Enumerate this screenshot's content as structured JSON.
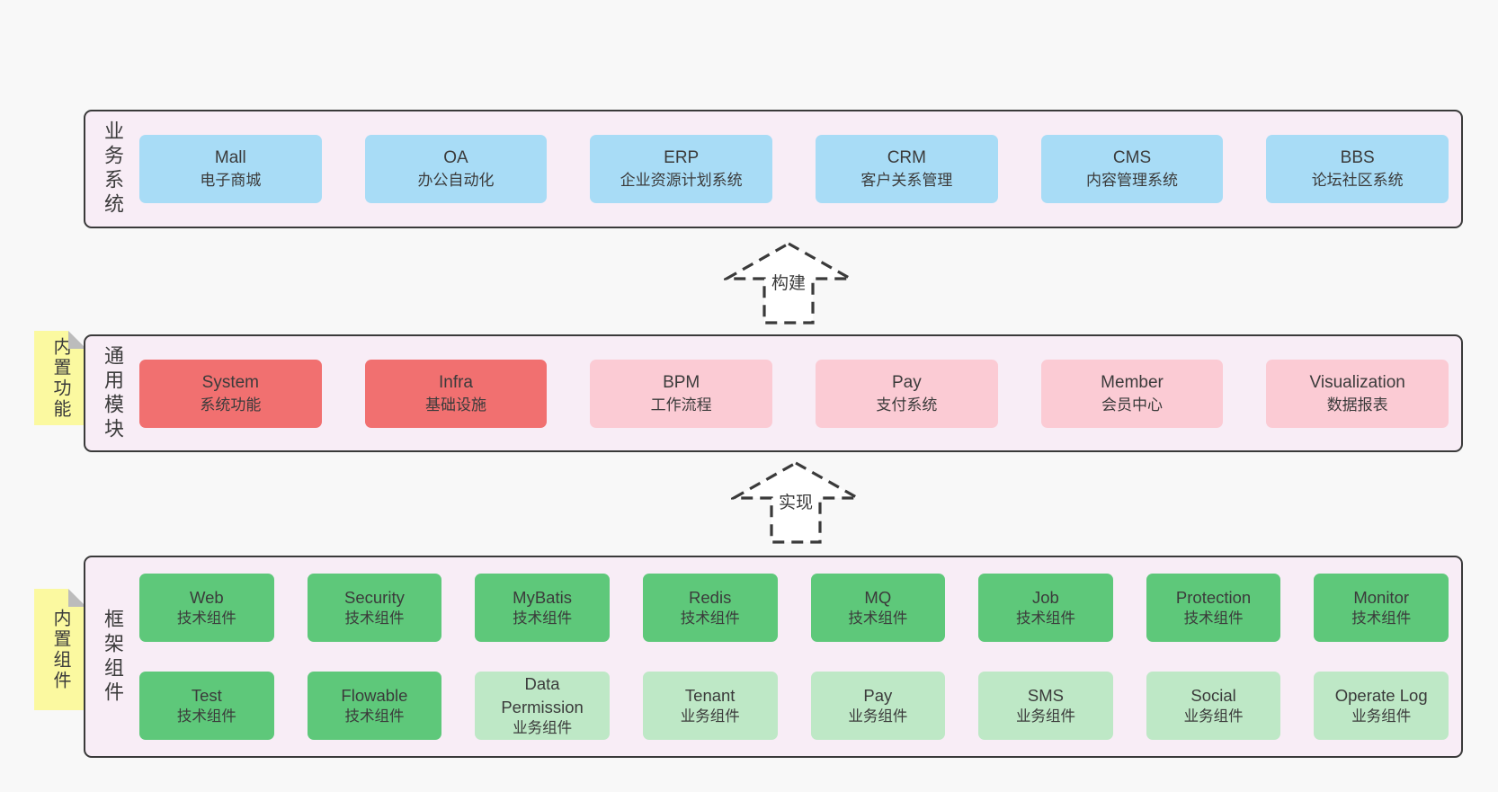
{
  "colors": {
    "page_background": "#f8f8f8",
    "band_background": "#f8edf6",
    "band_border": "#3a3a3a",
    "business_box": "#a8dcf6",
    "core_module_box": "#f17070",
    "optional_module_box": "#fbcbd4",
    "tech_component_box": "#5ec87a",
    "biz_component_box": "#bee8c6",
    "sticky_note": "#fbf9a0",
    "sticky_fold": "#bcbcbc",
    "arrow_outline": "#3a3a3a",
    "text": "#3b3b3b"
  },
  "stickies": [
    {
      "text": "内置功能"
    },
    {
      "text": "内置组件"
    }
  ],
  "arrows": [
    {
      "label": "构建"
    },
    {
      "label": "实现"
    }
  ],
  "bands": [
    {
      "label": "业务系统",
      "boxes": [
        {
          "name": "Mall",
          "desc": "电子商城"
        },
        {
          "name": "OA",
          "desc": "办公自动化"
        },
        {
          "name": "ERP",
          "desc": "企业资源计划系统"
        },
        {
          "name": "CRM",
          "desc": "客户关系管理"
        },
        {
          "name": "CMS",
          "desc": "内容管理系统"
        },
        {
          "name": "BBS",
          "desc": "论坛社区系统"
        }
      ]
    },
    {
      "label": "通用模块",
      "boxes": [
        {
          "name": "System",
          "desc": "系统功能"
        },
        {
          "name": "Infra",
          "desc": "基础设施"
        },
        {
          "name": "BPM",
          "desc": "工作流程"
        },
        {
          "name": "Pay",
          "desc": "支付系统"
        },
        {
          "name": "Member",
          "desc": "会员中心"
        },
        {
          "name": "Visualization",
          "desc": "数据报表"
        }
      ]
    },
    {
      "label": "框架组件",
      "rows": [
        [
          {
            "name": "Web",
            "desc": "技术组件"
          },
          {
            "name": "Security",
            "desc": "技术组件"
          },
          {
            "name": "MyBatis",
            "desc": "技术组件"
          },
          {
            "name": "Redis",
            "desc": "技术组件"
          },
          {
            "name": "MQ",
            "desc": "技术组件"
          },
          {
            "name": "Job",
            "desc": "技术组件"
          },
          {
            "name": "Protection",
            "desc": "技术组件"
          },
          {
            "name": "Monitor",
            "desc": "技术组件"
          }
        ],
        [
          {
            "name": "Test",
            "desc": "技术组件"
          },
          {
            "name": "Flowable",
            "desc": "技术组件"
          },
          {
            "name": "Data Permission",
            "desc": "业务组件"
          },
          {
            "name": "Tenant",
            "desc": "业务组件"
          },
          {
            "name": "Pay",
            "desc": "业务组件"
          },
          {
            "name": "SMS",
            "desc": "业务组件"
          },
          {
            "name": "Social",
            "desc": "业务组件"
          },
          {
            "name": "Operate Log",
            "desc": "业务组件"
          }
        ]
      ]
    }
  ]
}
